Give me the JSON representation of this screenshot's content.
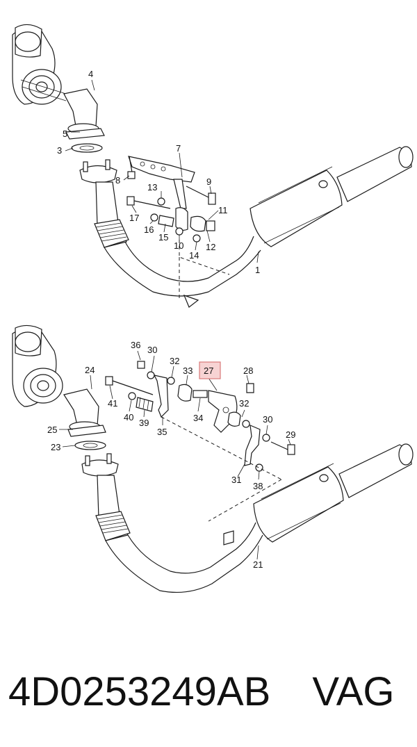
{
  "callouts_top": {
    "c1": "1",
    "c3": "3",
    "c4": "4",
    "c5": "5",
    "c7": "7",
    "c8": "8",
    "c9": "9",
    "c10": "10",
    "c11": "11",
    "c12": "12",
    "c13": "13",
    "c14": "14",
    "c15": "15",
    "c16": "16",
    "c17": "17"
  },
  "callouts_bottom": {
    "c21": "21",
    "c23": "23",
    "c24": "24",
    "c25": "25",
    "c27": "27",
    "c28": "28",
    "c29": "29",
    "c30a": "30",
    "c30b": "30",
    "c31": "31",
    "c32a": "32",
    "c32b": "32",
    "c33": "33",
    "c34": "34",
    "c35": "35",
    "c36": "36",
    "c38": "38",
    "c39": "39",
    "c40": "40",
    "c41": "41"
  },
  "highlight": {
    "label": "27",
    "color": "#f7d3d3"
  },
  "footer": {
    "part_number": "4D0253249AB",
    "brand": "VAG"
  }
}
